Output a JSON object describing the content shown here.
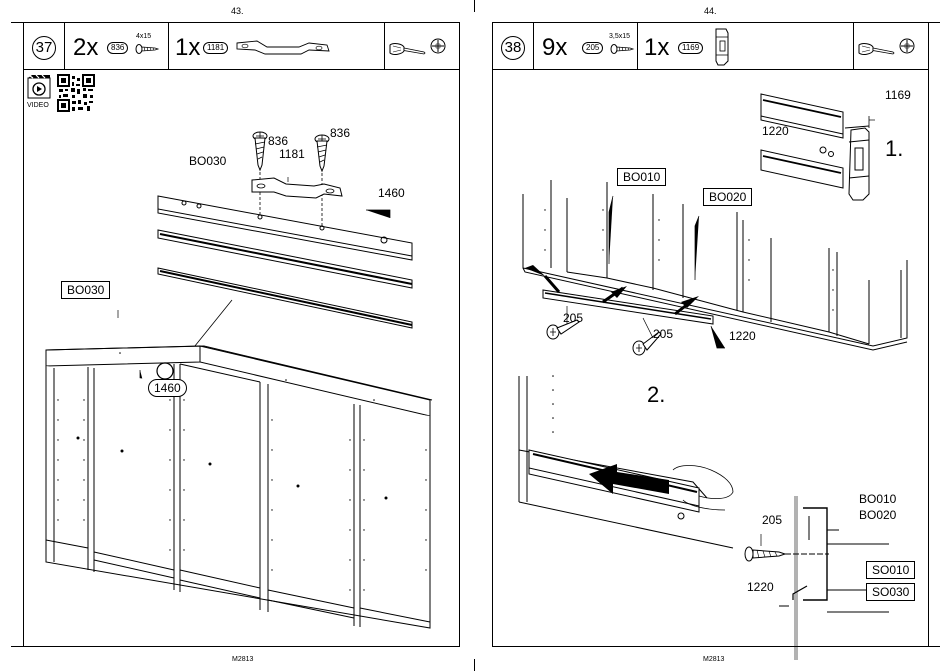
{
  "page_numbers": {
    "left": "43.",
    "right": "44."
  },
  "footer_code": {
    "left": "M2813",
    "right": "M2813"
  },
  "step37": {
    "number": "37",
    "parts": [
      {
        "qty": "2x",
        "code": "836",
        "dimension": "4x15",
        "icon": "screw-icon"
      },
      {
        "qty": "1x",
        "code": "1181",
        "icon": "bracket-part-icon"
      }
    ],
    "tools": [
      "screwdriver-icon",
      "phillips-head-icon"
    ],
    "video_label": "VIDEO",
    "labels": {
      "screw_a": "836",
      "screw_b": "836",
      "bracket": "1181",
      "panel_ref": "BO030",
      "rail": "1460",
      "panel_box": "BO030",
      "rail_callout": "1460"
    }
  },
  "step38": {
    "number": "38",
    "parts": [
      {
        "qty": "9x",
        "code": "205",
        "dimension": "3,5x15",
        "icon": "screw-icon"
      },
      {
        "qty": "1x",
        "code": "1169",
        "icon": "clip-part-icon"
      }
    ],
    "tools": [
      "screwdriver-icon",
      "phillips-head-icon"
    ],
    "labels": {
      "clip": "1169",
      "rail_detail": "1220",
      "substep1": "1.",
      "substep2": "2.",
      "top_panel_1": "BO010",
      "top_panel_2": "BO020",
      "screw_a": "205",
      "screw_b": "205",
      "rail": "1220",
      "section_bo010": "BO010",
      "section_bo020": "BO020",
      "section_screw": "205",
      "section_rail": "1220",
      "section_so010": "SO010",
      "section_so030": "SO030"
    }
  }
}
